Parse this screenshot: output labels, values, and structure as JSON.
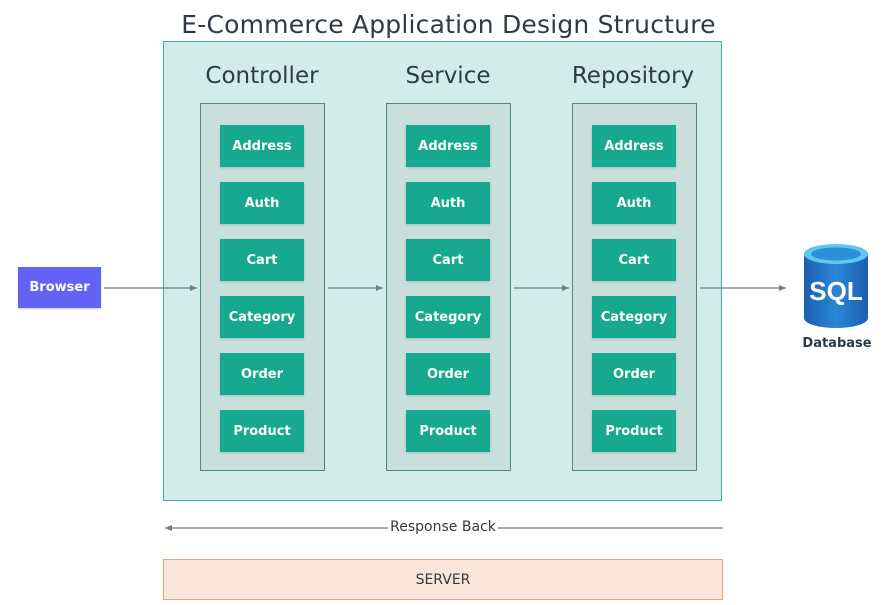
{
  "title": "E-Commerce Application Design Structure",
  "browser": {
    "label": "Browser"
  },
  "layers": [
    {
      "name": "Controller",
      "modules": [
        "Address",
        "Auth",
        "Cart",
        "Category",
        "Order",
        "Product"
      ]
    },
    {
      "name": "Service",
      "modules": [
        "Address",
        "Auth",
        "Cart",
        "Category",
        "Order",
        "Product"
      ]
    },
    {
      "name": "Repository",
      "modules": [
        "Address",
        "Auth",
        "Cart",
        "Category",
        "Order",
        "Product"
      ]
    }
  ],
  "database": {
    "icon_text": "SQL",
    "label": "Database",
    "icon": "sql-database-icon"
  },
  "response": {
    "label": "Response Back"
  },
  "server": {
    "label": "SERVER"
  },
  "colors": {
    "module": "#17a98f",
    "browser": "#6461f5",
    "server_area": "#d2ecea",
    "server_bar": "#fbe4d8",
    "database": "#1e73c8"
  }
}
